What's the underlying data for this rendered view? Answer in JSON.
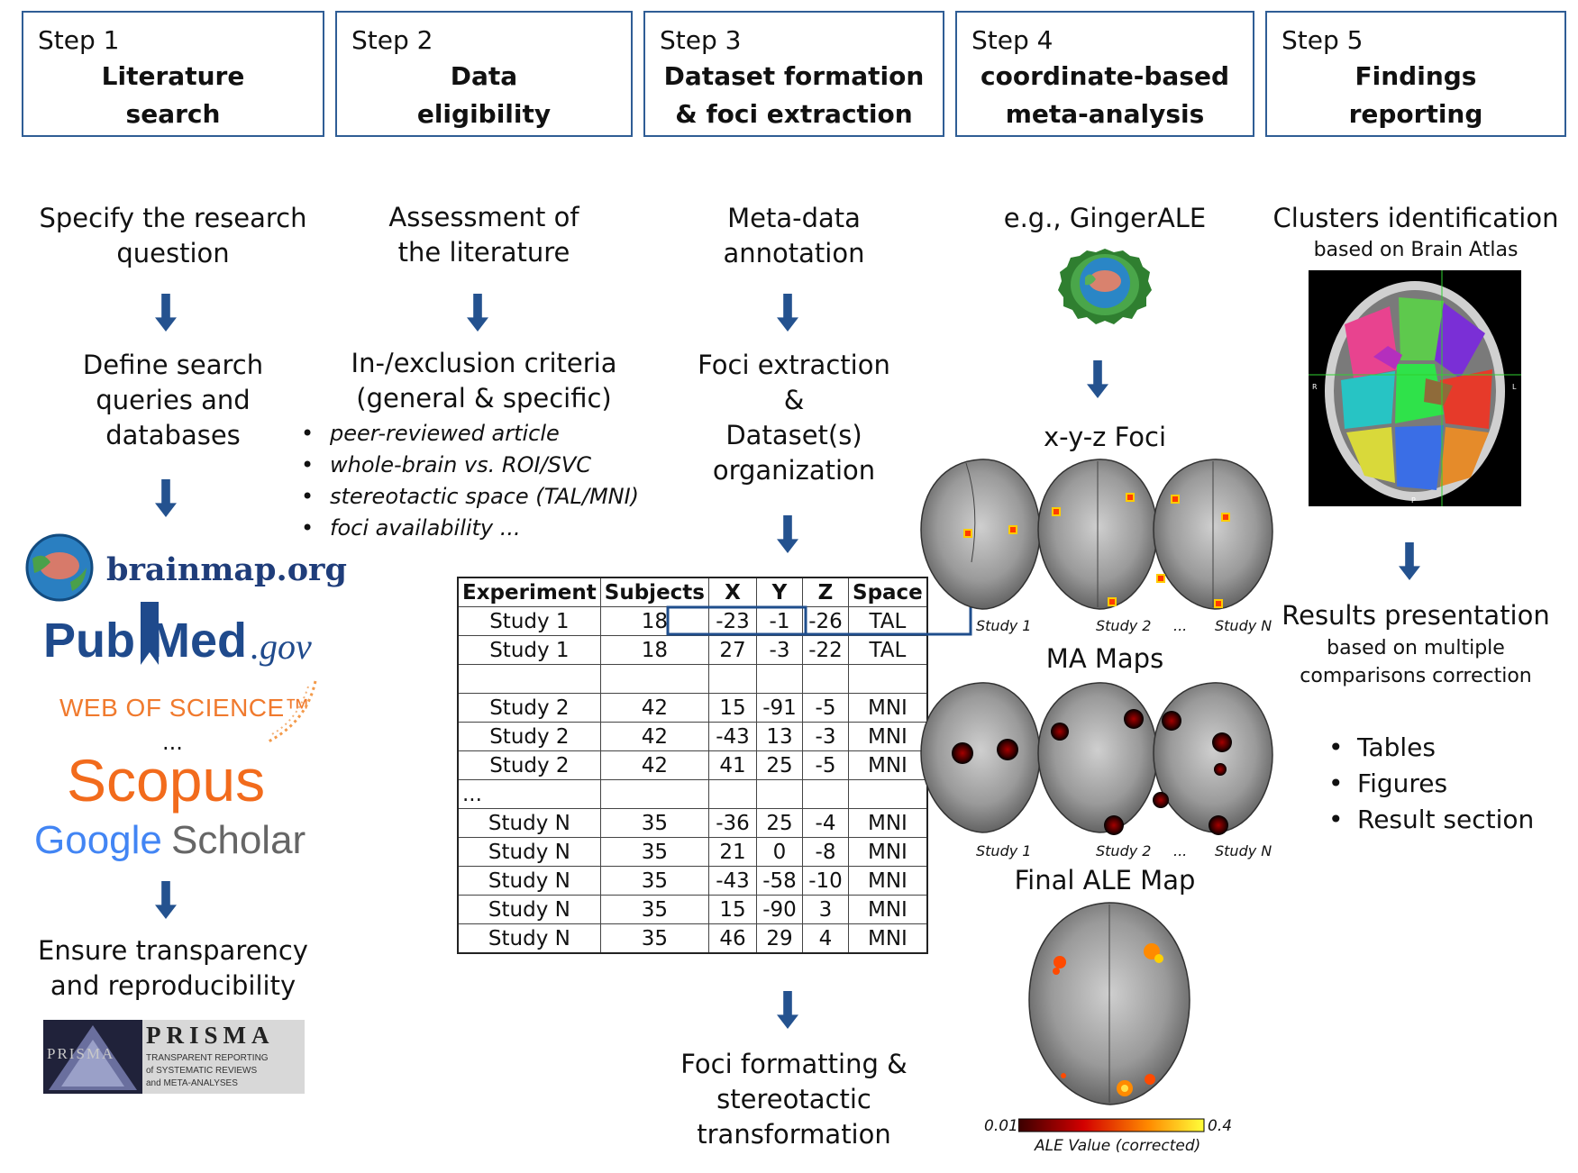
{
  "steps": [
    {
      "num": "Step 1",
      "title_1": "Literature",
      "title_2": "search"
    },
    {
      "num": "Step 2",
      "title_1": "Data",
      "title_2": "eligibility"
    },
    {
      "num": "Step 3",
      "title_1": "Dataset formation",
      "title_2": "& foci extraction"
    },
    {
      "num": "Step 4",
      "title_1": "coordinate-based",
      "title_2": "meta-analysis"
    },
    {
      "num": "Step 5",
      "title_1": "Findings",
      "title_2": "reporting"
    }
  ],
  "col1": {
    "t1_1": "Specify the research",
    "t1_2": "question",
    "t2_1": "Define search",
    "t2_2": "queries and",
    "t2_3": "databases",
    "logos": {
      "brainmap": "brainmap.org",
      "pubmed_a": "Pub",
      "pubmed_b": "Med",
      "pubmed_c": ".gov",
      "wos": "WEB OF SCIENCE™",
      "dots": "...",
      "scopus": "Scopus",
      "google": "Google",
      "scholar": "Scholar",
      "prisma": "PRISMA",
      "prisma_side": "PRISMA",
      "prisma_sub_1": "TRANSPARENT REPORTING",
      "prisma_sub_2": "of SYSTEMATIC REVIEWS",
      "prisma_sub_3": "and META-ANALYSES"
    },
    "t3_1": "Ensure transparency",
    "t3_2": "and reproducibility"
  },
  "col2": {
    "t1_1": "Assessment of",
    "t1_2": "the literature",
    "t2_1": "In-/exclusion criteria",
    "t2_2": "(general & specific)",
    "bullets": [
      "peer-reviewed article",
      "whole-brain vs. ROI/SVC",
      "stereotactic space (TAL/MNI)",
      "foci availability ..."
    ]
  },
  "col3": {
    "t1_1": "Meta-data",
    "t1_2": "annotation",
    "t2_1": "Foci extraction",
    "t2_2": "&",
    "t2_3": "Dataset(s)",
    "t2_4": "organization",
    "t3_1": "Foci formatting &",
    "t3_2": "stereotactic",
    "t3_3": "transformation",
    "table": {
      "headers": [
        "Experiment",
        "Subjects",
        "X",
        "Y",
        "Z",
        "Space"
      ],
      "rows": [
        [
          "Study 1",
          "18",
          "-23",
          "-1",
          "-26",
          "TAL"
        ],
        [
          "Study 1",
          "18",
          "27",
          "-3",
          "-22",
          "TAL"
        ],
        [
          "",
          "",
          "",
          "",
          "",
          ""
        ],
        [
          "Study 2",
          "42",
          "15",
          "-91",
          "-5",
          "MNI"
        ],
        [
          "Study 2",
          "42",
          "-43",
          "13",
          "-3",
          "MNI"
        ],
        [
          "Study 2",
          "42",
          "41",
          "25",
          "-5",
          "MNI"
        ],
        [
          "...",
          "",
          "",
          "",
          "",
          ""
        ],
        [
          "Study N",
          "35",
          "-36",
          "25",
          "-4",
          "MNI"
        ],
        [
          "Study N",
          "35",
          "21",
          "0",
          "-8",
          "MNI"
        ],
        [
          "Study N",
          "35",
          "-43",
          "-58",
          "-10",
          "MNI"
        ],
        [
          "Study N",
          "35",
          "15",
          "-90",
          "3",
          "MNI"
        ],
        [
          "Study N",
          "35",
          "46",
          "29",
          "4",
          "MNI"
        ]
      ]
    }
  },
  "col4": {
    "t1": "e.g., GingerALE",
    "foci_label": "x-y-z Foci",
    "ma_label": "MA Maps",
    "ale_label": "Final ALE Map",
    "captions": {
      "study1": "Study 1",
      "study2": "Study 2",
      "dots": "...",
      "studyN": "Study N"
    },
    "scale_min": "0.01",
    "scale_max": "0.4",
    "scale_label": "ALE Value (corrected)"
  },
  "col5": {
    "t1": "Clusters identification",
    "t1_sub": "based on Brain Atlas",
    "atlas_r": "R",
    "atlas_l": "L",
    "atlas_p": "P",
    "t2": "Results presentation",
    "t2_sub_1": "based on multiple",
    "t2_sub_2": "comparisons correction",
    "bullets": [
      "Tables",
      "Figures",
      "Result section"
    ]
  },
  "colors": {
    "box_border": "#2f5d95",
    "arrow": "#24528f",
    "highlight": "#1f4e8c"
  }
}
